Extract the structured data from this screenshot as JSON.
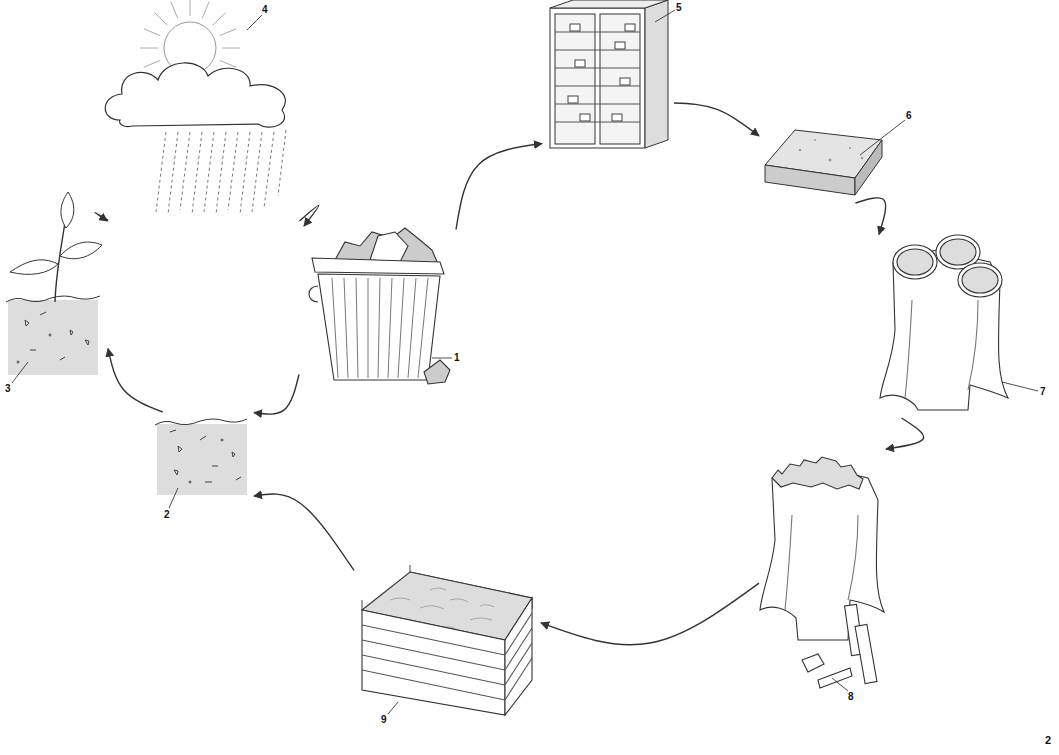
{
  "diagram": {
    "nodes": [
      {
        "text": [
          "1"
        ]
      },
      {
        "text": [
          "2"
        ]
      },
      {
        "text": [
          "3"
        ]
      },
      {
        "text": [
          "4"
        ]
      },
      {
        "text": [
          "5"
        ]
      },
      {
        "text": [
          "6"
        ]
      },
      {
        "text": [
          "7"
        ]
      },
      {
        "text": [
          "8"
        ]
      },
      {
        "text": [
          "9"
        ]
      }
    ],
    "edges": [
      {
        "from": 0,
        "to": 4,
        "arrow": "to"
      },
      {
        "from": 4,
        "to": 5,
        "arrow": "to"
      },
      {
        "from": 5,
        "to": 6,
        "arrow": "to"
      },
      {
        "from": 6,
        "to": 7,
        "arrow": "to"
      },
      {
        "from": 7,
        "to": 8,
        "arrow": "to"
      },
      {
        "from": 8,
        "to": 1,
        "arrow": "to"
      },
      {
        "from": 0,
        "to": 1,
        "arrow": "to"
      },
      {
        "from": 1,
        "to": 2,
        "arrow": "to"
      },
      {
        "from": 2,
        "to": 3,
        "arrow": "to"
      },
      {
        "from": 3,
        "to": 0,
        "arrow": "to"
      }
    ],
    "labels": [
      "2"
    ]
  }
}
